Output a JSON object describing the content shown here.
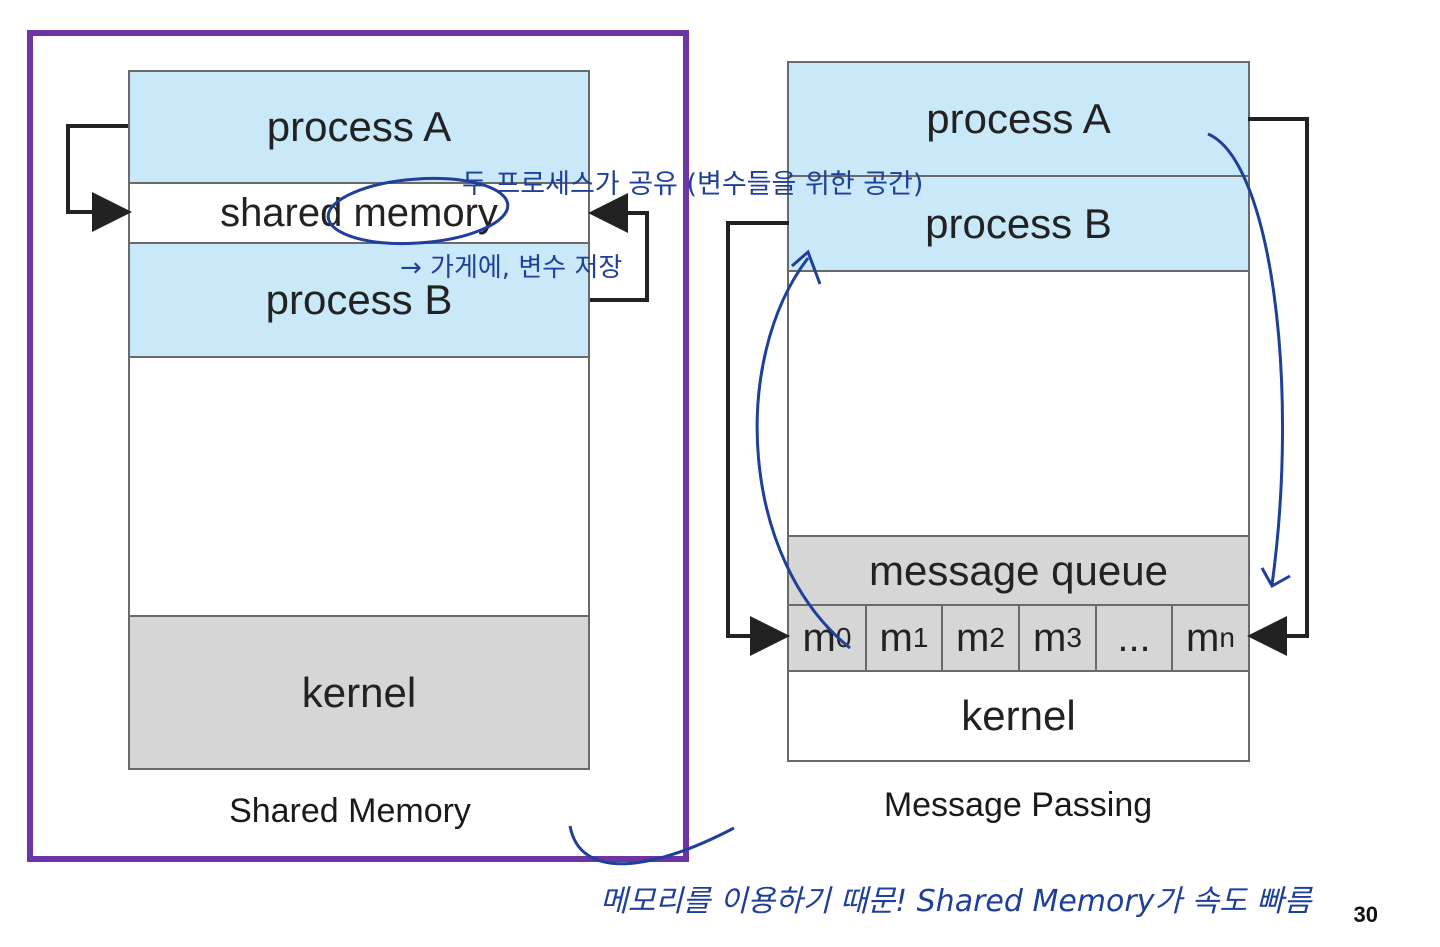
{
  "shared_memory": {
    "process_a": "process A",
    "shared": "shared memory",
    "process_b": "process B",
    "kernel": "kernel",
    "caption": "Shared Memory"
  },
  "message_passing": {
    "process_a": "process A",
    "process_b": "process B",
    "queue": "message queue",
    "cells": [
      {
        "base": "m",
        "sub": "0"
      },
      {
        "base": "m",
        "sub": "1"
      },
      {
        "base": "m",
        "sub": "2"
      },
      {
        "base": "m",
        "sub": "3"
      },
      {
        "base": "...",
        "sub": ""
      },
      {
        "base": "m",
        "sub": "n"
      }
    ],
    "kernel": "kernel",
    "caption": "Message Passing"
  },
  "annotations": {
    "note_top": "두 프로세스가 공유 (변수들을 위한 공간)",
    "note_mid": "→ 가게에, 변수 저장",
    "note_bottom": "메모리를 이용하기 때문! Shared Memory가 속도 빠름"
  },
  "colors": {
    "process": "#c9e8f8",
    "kernel_gray": "#d6d6d6",
    "highlight": "#6b35a5",
    "ink": "#1e3f9a"
  },
  "page_number": "30"
}
